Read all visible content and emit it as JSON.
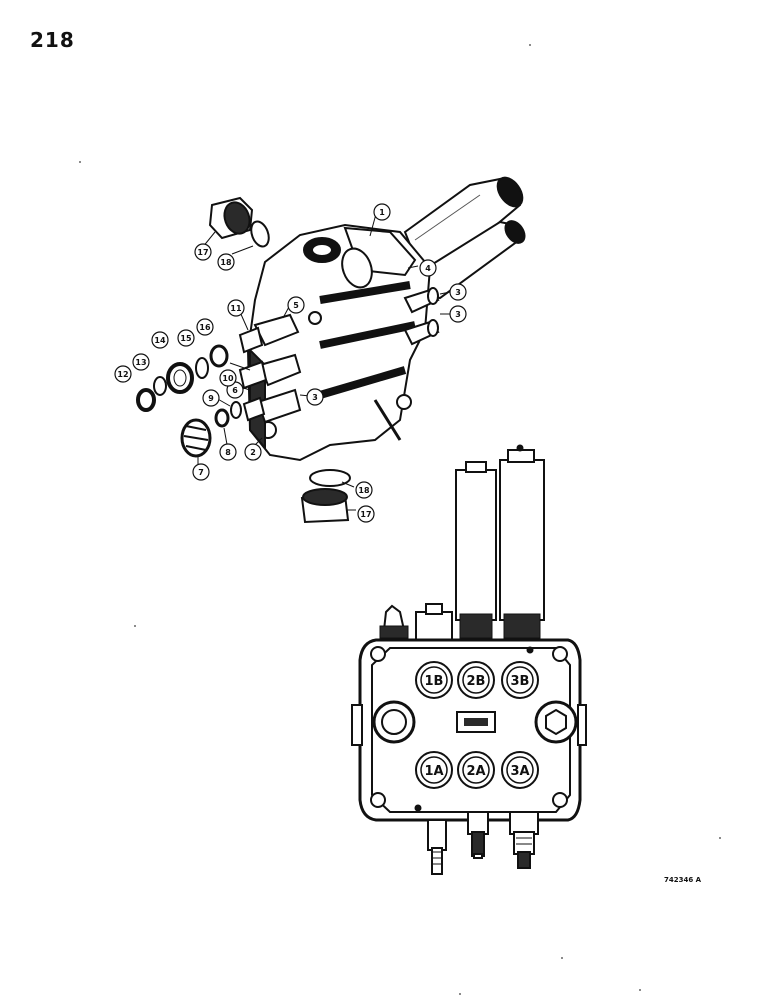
{
  "page_number": "218",
  "figure_code": "742346 A",
  "callouts": [
    "1",
    "2",
    "3",
    "3",
    "3",
    "4",
    "5",
    "6",
    "7",
    "8",
    "9",
    "10",
    "11",
    "12",
    "13",
    "14",
    "15",
    "16",
    "17",
    "18",
    "17",
    "18"
  ],
  "port_labels": {
    "top": [
      "1B",
      "2B",
      "3B"
    ],
    "bottom": [
      "1A",
      "2A",
      "3A"
    ]
  },
  "colors": {
    "ink": "#111111",
    "paper": "#ffffff",
    "shade": "#2a2a2a"
  }
}
